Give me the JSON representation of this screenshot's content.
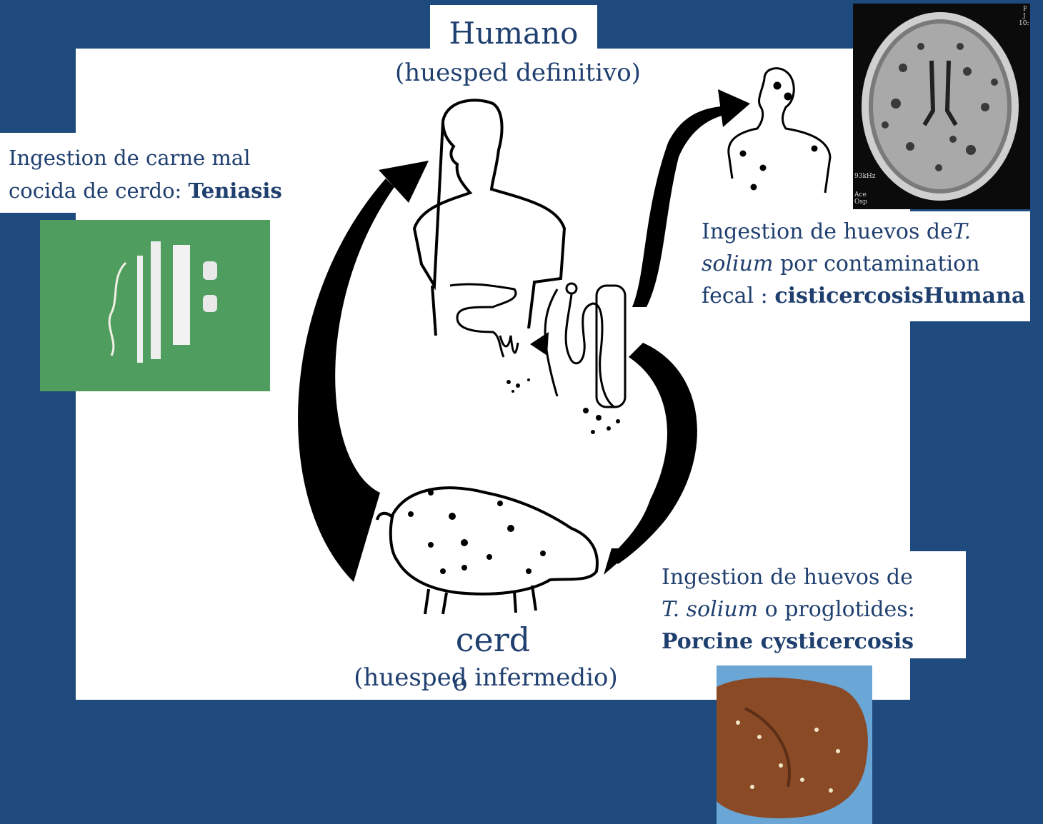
{
  "colors": {
    "background": "#1f4a7d",
    "panel": "#ffffff",
    "caption_text": "#1f3f6f"
  },
  "human": {
    "title": "Humano",
    "subtitle": "(huesped definitivo)"
  },
  "pig": {
    "title": "cerd",
    "subtitle": "(huesped infermedio)",
    "subtitle_overlay": "o"
  },
  "caption_left": {
    "line1": "Ingestion de carne mal",
    "line2_prefix": "cocida de cerdo: ",
    "line2_bold": "Teniasis"
  },
  "caption_right": {
    "line1_prefix": "Ingestion de huevos de",
    "line1_italic": "T.",
    "line2_italic": "solium",
    "line2_suffix": " por contamination",
    "line3_prefix": "fecal : ",
    "line3_bold": "cisticercosisHumana"
  },
  "caption_pig": {
    "line1": "Ingestion de huevos de",
    "line2_italic": "T. solium",
    "line2_suffix": " o proglotides:",
    "line3_bold": "Porcine cysticercosis"
  },
  "mri_overlay": {
    "line1": "F",
    "line2": "J",
    "line3": "10:",
    "line4": "93kHz",
    "line5": "Ace",
    "line6": "Osp"
  }
}
